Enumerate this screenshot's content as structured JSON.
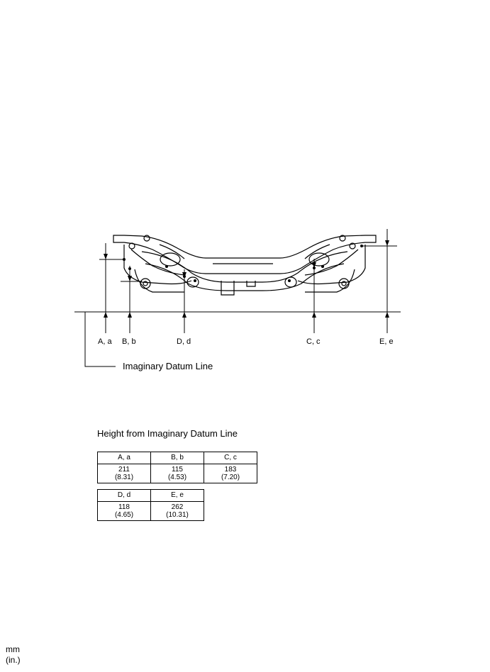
{
  "labels": {
    "points": [
      "A, a",
      "B, b",
      "D, d",
      "C, c",
      "E, e"
    ],
    "datum_line": "Imaginary Datum Line"
  },
  "table": {
    "title": "Height from Imaginary Datum Line",
    "rows1": [
      {
        "head": "A, a",
        "mm": "211",
        "in": "(8.31)"
      },
      {
        "head": "B, b",
        "mm": "115",
        "in": "(4.53)"
      },
      {
        "head": "C, c",
        "mm": "183",
        "in": "(7.20)"
      }
    ],
    "rows2": [
      {
        "head": "D, d",
        "mm": "118",
        "in": "(4.65)"
      },
      {
        "head": "E, e",
        "mm": "262",
        "in": "(10.31)"
      }
    ]
  },
  "units": {
    "primary": "mm",
    "secondary": "(in.)"
  }
}
